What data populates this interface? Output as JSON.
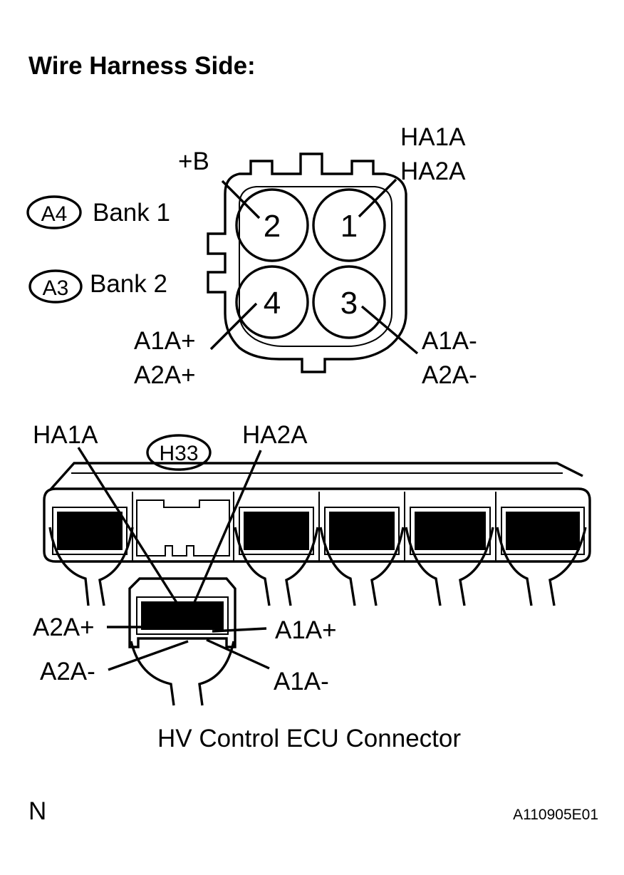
{
  "title": "Wire Harness Side:",
  "sensor_connector": {
    "codes": [
      {
        "code": "A4",
        "label": "Bank 1"
      },
      {
        "code": "A3",
        "label": "Bank 2"
      }
    ],
    "pins": [
      {
        "number": "2",
        "signal": "+B"
      },
      {
        "number": "1",
        "signal_top": "HA1A",
        "signal_bottom": "HA2A"
      },
      {
        "number": "4",
        "signal_top": "A1A+",
        "signal_bottom": "A2A+"
      },
      {
        "number": "3",
        "signal_top": "A1A-",
        "signal_bottom": "A2A-"
      }
    ]
  },
  "ecu_connector": {
    "code": "H33",
    "labels": {
      "ha1a": "HA1A",
      "ha2a": "HA2A",
      "a2a_plus": "A2A+",
      "a1a_plus": "A1A+",
      "a2a_minus": "A2A-",
      "a1a_minus": "A1A-"
    },
    "caption": "HV Control ECU Connector"
  },
  "footer": {
    "letter": "N",
    "figure_id": "A110905E01"
  }
}
